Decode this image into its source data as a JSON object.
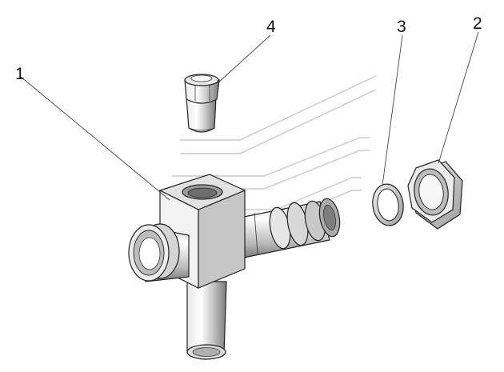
{
  "callouts": {
    "c1": "1",
    "c2": "2",
    "c3": "3",
    "c4": "4"
  },
  "parts": [
    {
      "num": "1",
      "kind": "tee-body"
    },
    {
      "num": "2",
      "kind": "union-nut"
    },
    {
      "num": "3",
      "kind": "sealing-ring"
    },
    {
      "num": "4",
      "kind": "plug"
    }
  ],
  "colors": {
    "line": "#222222",
    "shade_light": "#eeeeee",
    "shade_mid": "#cfcfcf",
    "shade_dark": "#8a8a8a",
    "watermark": "#c9c9c9"
  }
}
